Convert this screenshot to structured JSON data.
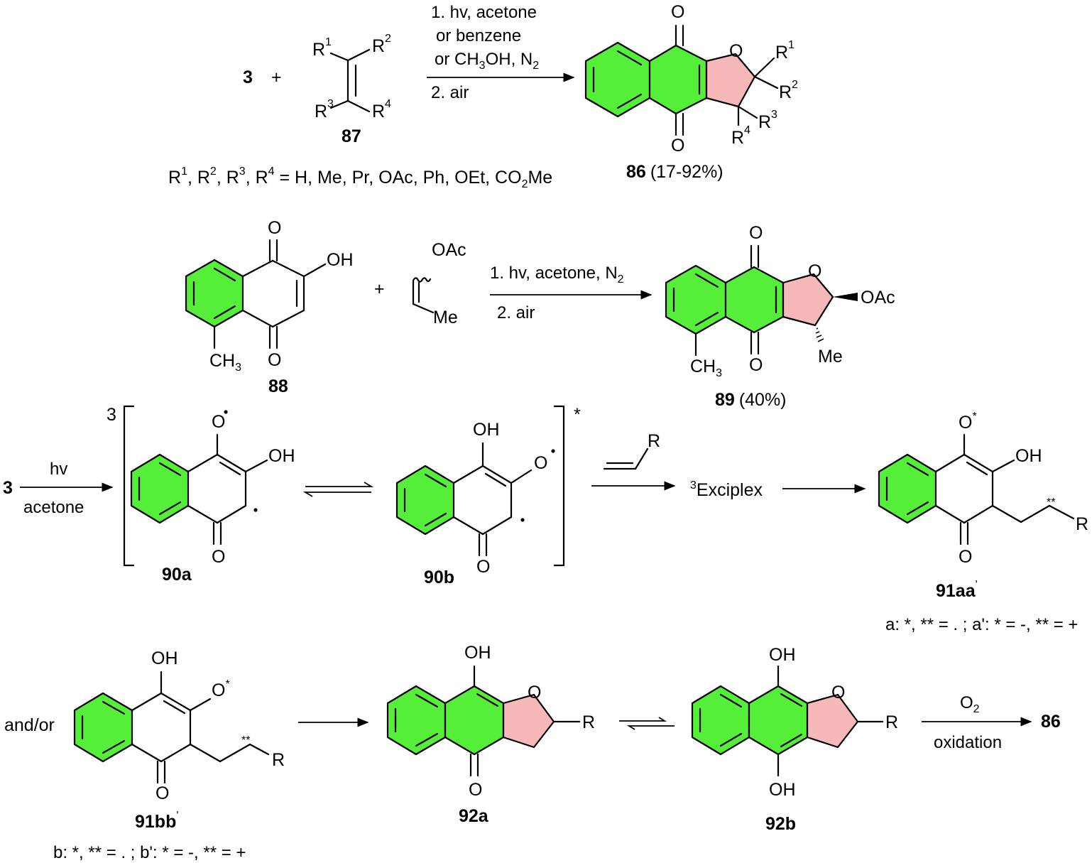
{
  "colors": {
    "aromatic_ring": "#55ef3a",
    "furan_ring": "#f6b8b8"
  },
  "row1": {
    "reactant_3": "3",
    "plus": "+",
    "alkene_R1": "R",
    "alkene_R1_sup": "1",
    "alkene_R2": "R",
    "alkene_R2_sup": "2",
    "alkene_R3": "R",
    "alkene_R3_sup": "3",
    "alkene_R4": "R",
    "alkene_R4_sup": "4",
    "compound_87": "87",
    "cond_line1": "1. hv, acetone",
    "cond_line2": "or benzene",
    "cond_line3_a": "or CH",
    "cond_line3_sub": "3",
    "cond_line3_b": "OH, N",
    "cond_line3_sub2": "2",
    "cond_line4": "2. air",
    "product_O_top": "O",
    "product_O_bottom": "O",
    "product_O_ring": "O",
    "product_R1": "R",
    "product_R1_sup": "1",
    "product_R2": "R",
    "product_R2_sup": "2",
    "product_R3": "R",
    "product_R3_sup": "3",
    "product_R4": "R",
    "product_R4_sup": "4",
    "compound_86": "86",
    "yield_86": "(17-92%)",
    "substituents_a": "R",
    "substituents_list": [
      "1",
      ", R",
      "2",
      ", R",
      "3",
      ", R",
      "4",
      " = H, Me, Pr, OAc, Ph, OEt, CO",
      "2",
      "Me"
    ]
  },
  "row2": {
    "oh": "OH",
    "o_top": "O",
    "o_bottom": "O",
    "ch3": "CH",
    "ch3_sub": "3",
    "compound_88": "88",
    "plus": "+",
    "oac": "OAc",
    "me": "Me",
    "cond_line1_a": "1. hv, acetone, N",
    "cond_line1_sub": "2",
    "cond_line2": "2. air",
    "prod_o_top": "O",
    "prod_o_bottom": "O",
    "prod_o_ring": "O",
    "prod_oac": "OAc",
    "prod_me": "Me",
    "prod_ch3": "CH",
    "prod_ch3_sub": "3",
    "compound_89": "89",
    "yield_89": "(40%)"
  },
  "row3": {
    "reactant_3": "3",
    "cond_top": "hv",
    "cond_bottom": "acetone",
    "triplet": "3",
    "excited": "*",
    "a_O": "O",
    "a_OH": "OH",
    "a_O_bottom": "O",
    "compound_90a": "90a",
    "b_OH": "OH",
    "b_O": "O",
    "b_O_bottom": "O",
    "compound_90b": "90b",
    "alkene_R": "R",
    "exciplex_sup": "3",
    "exciplex": "Exciplex",
    "c_O": "O",
    "c_O_star": "*",
    "c_OH": "OH",
    "c_double_star": "**",
    "c_R": "R",
    "c_O_bottom": "O",
    "compound_91aa": "91aa",
    "compound_91aa_prime": "'",
    "note_a": "a: *, ** = . ; a': * = -, ** = +"
  },
  "row4": {
    "andor": "and/or",
    "d_OH": "OH",
    "d_O": "O",
    "d_O_star": "*",
    "d_double_star": "**",
    "d_R": "R",
    "d_O_bottom": "O",
    "compound_91bb": "91bb",
    "compound_91bb_prime": "'",
    "note_b": "b: *, ** = . ; b': * = -, ** = +",
    "e_OH": "OH",
    "e_O_ring": "O",
    "e_R": "R",
    "e_O_bottom": "O",
    "compound_92a": "92a",
    "f_OH_top": "OH",
    "f_O_ring": "O",
    "f_R": "R",
    "f_OH_bottom": "OH",
    "compound_92b": "92b",
    "cond_top": "O",
    "cond_top_sub": "2",
    "cond_bottom": "oxidation",
    "product_86": "86"
  }
}
